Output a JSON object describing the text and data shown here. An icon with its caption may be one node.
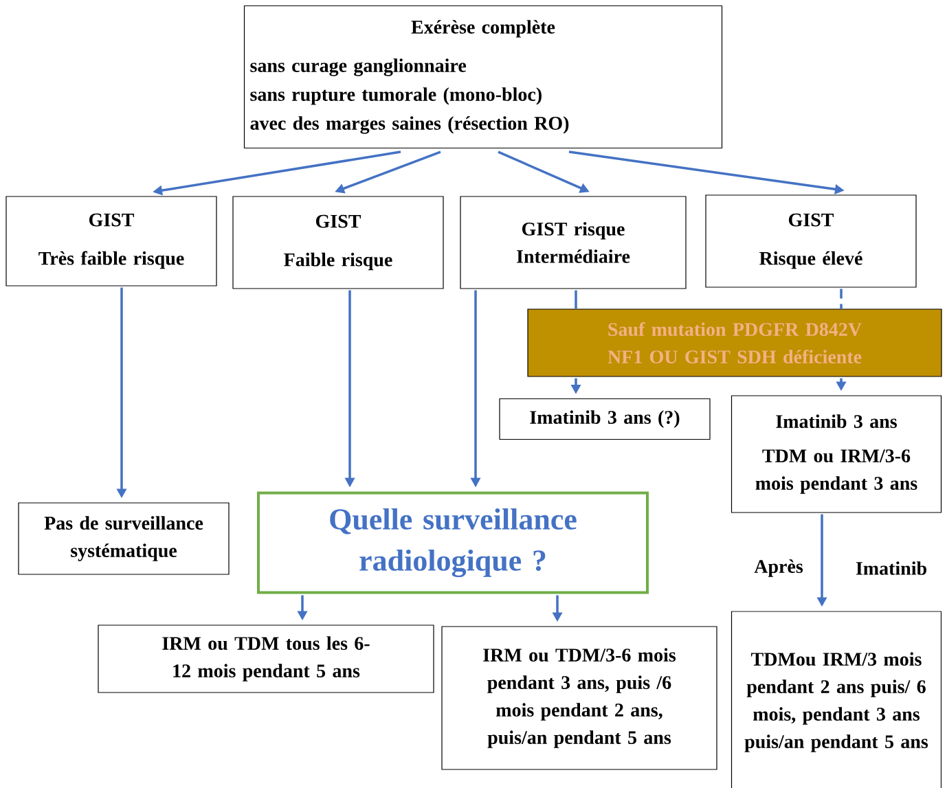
{
  "diagram": {
    "nodes": [
      {
        "text": [
          "Exérèse complète",
          "sans curage ganglionnaire",
          "sans rupture tumorale (mono-bloc)",
          "avec des marges saines (résection RO)"
        ]
      },
      {
        "text": [
          "GIST",
          "Très faible risque"
        ]
      },
      {
        "text": [
          "GIST",
          "Faible risque"
        ]
      },
      {
        "text": [
          "GIST risque Intermédiaire"
        ]
      },
      {
        "text": [
          "GIST",
          "Risque élevé"
        ]
      },
      {
        "text": [
          "Sauf mutation PDGFR D842V NF1 OU GIST SDH déficiente"
        ]
      },
      {
        "text": [
          "Imatinib 3 ans (?)"
        ]
      },
      {
        "text": [
          "Imatinib 3 ans",
          "TDM ou IRM/3-6 mois pendant 3 ans"
        ]
      },
      {
        "text": [
          "Pas de surveillance systématique"
        ]
      },
      {
        "text": [
          "Quelle surveillance radiologique ?"
        ]
      },
      {
        "text": [
          "IRM ou TDM tous les 6-12 mois pendant 5 ans"
        ]
      },
      {
        "text": [
          "IRM ou TDM/3-6 mois pendant 3 ans, puis /6 mois pendant 2 ans, puis/an pendant 5 ans"
        ]
      },
      {
        "text": [
          "TDMou IRM/3 mois pendant 2 ans puis/ 6 mois, pendant 3 ans puis/an pendant 5 ans"
        ]
      }
    ],
    "edges": [
      {
        "from": 0,
        "to": 1,
        "arrow": "to"
      },
      {
        "from": 0,
        "to": 2,
        "arrow": "to"
      },
      {
        "from": 0,
        "to": 3,
        "arrow": "to"
      },
      {
        "from": 0,
        "to": 4,
        "arrow": "to"
      },
      {
        "from": 1,
        "to": 8,
        "arrow": "to"
      },
      {
        "from": 2,
        "to": 9,
        "arrow": "to"
      },
      {
        "from": 3,
        "to": 9,
        "arrow": "to"
      },
      {
        "from": 3,
        "to": 5,
        "arrow": "none"
      },
      {
        "from": 5,
        "to": 6,
        "arrow": "to"
      },
      {
        "from": 4,
        "to": 5,
        "arrow": "none",
        "style": "dashed"
      },
      {
        "from": 5,
        "to": 7,
        "arrow": "to",
        "style": "dashed"
      },
      {
        "from": 7,
        "to": 12,
        "arrow": "to"
      },
      {
        "from": 9,
        "to": 10,
        "arrow": "to"
      },
      {
        "from": 9,
        "to": 11,
        "arrow": "to"
      }
    ],
    "labels": [
      "Après",
      "Imatinib"
    ]
  }
}
